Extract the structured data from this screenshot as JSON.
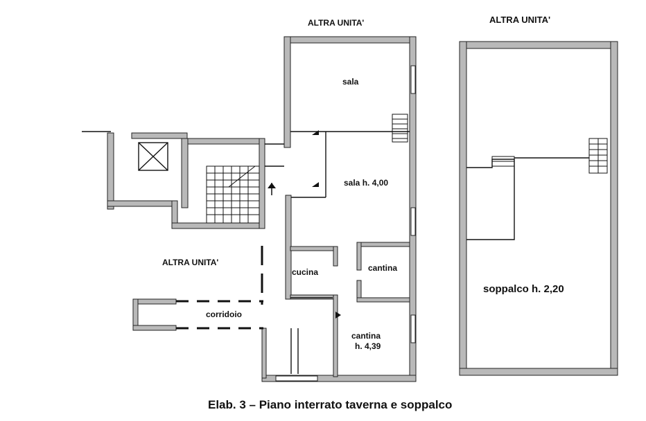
{
  "labels": {
    "altra_unita_top_left": "ALTRA UNITA'",
    "altra_unita_top_right": "ALTRA UNITA'",
    "altra_unita_left": "ALTRA UNITA'",
    "sala": "sala",
    "sala_h": "sala h. 4,00",
    "cucina": "cucina",
    "cantina_upper": "cantina",
    "cantina_lower_1": "cantina",
    "cantina_lower_2": "h. 4,39",
    "corridoio": "corridoio",
    "soppalco": "soppalco h. 2,20"
  },
  "caption": "Elab. 3 – Piano interrato taverna e soppalco",
  "colors": {
    "wall_fill": "#b9b9b9",
    "wall_stroke": "#222222",
    "line": "#111111"
  }
}
